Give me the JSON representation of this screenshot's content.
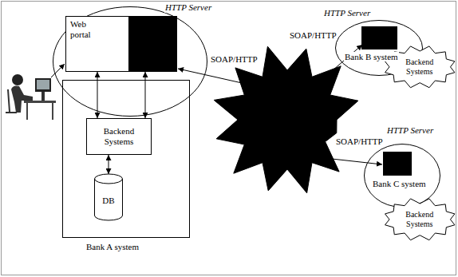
{
  "diagram": {
    "nodes": [
      {
        "text": [
          "HTTP Server"
        ]
      },
      {
        "text": [
          "Web portal"
        ],
        "in": 0
      },
      {
        "text": [
          "Bank A system"
        ]
      },
      {
        "text": [
          "Backend Systems"
        ],
        "in": 2
      },
      {
        "text": [
          "DB"
        ],
        "in": 2
      },
      {
        "text": [
          "HTTP Server",
          "Bank B system"
        ]
      },
      {
        "text": [
          "Backend Systems"
        ]
      },
      {
        "text": [
          "HTTP Server",
          "Bank C system"
        ]
      },
      {
        "text": [
          "Backend Systems"
        ]
      }
    ],
    "edges": [
      {
        "from": 1,
        "to": 3,
        "arrow": "both"
      },
      {
        "from": 3,
        "to": 4,
        "arrow": "both"
      }
    ],
    "labels": [
      "SOAP/HTTP",
      "SOAP/HTTP",
      "SOAP/HTTP"
    ]
  }
}
